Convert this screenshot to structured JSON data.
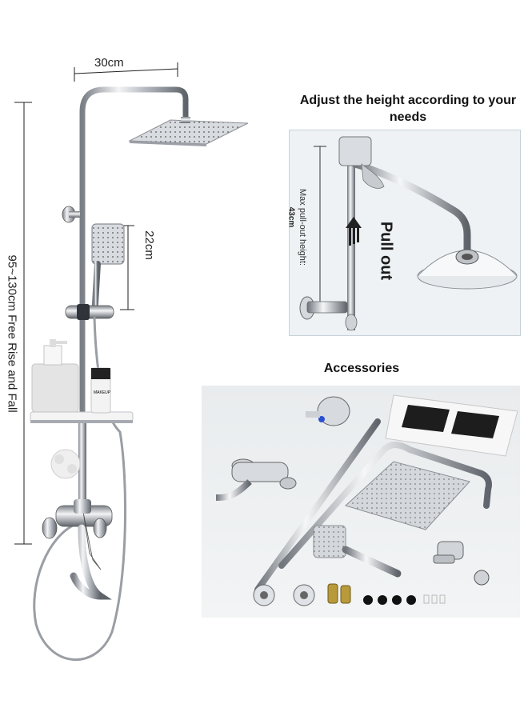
{
  "dimensions": {
    "width_label": "30cm",
    "height_label": "95~130cm Free Rise and Fall",
    "handheld_label": "22cm"
  },
  "adjust_panel": {
    "title": "Adjust the height according to your needs",
    "pull_label": "Pull out",
    "max_label": "Max pull-out height:",
    "max_value": "43cm"
  },
  "accessories": {
    "title": "Accessories"
  },
  "product": {
    "bottle_label": "MAKEUP"
  },
  "colors": {
    "chrome": "#c9ccd0",
    "chrome_dark": "#6e737a",
    "shelf": "#f4f4f4",
    "soap_tray": "#1d1d1d"
  }
}
